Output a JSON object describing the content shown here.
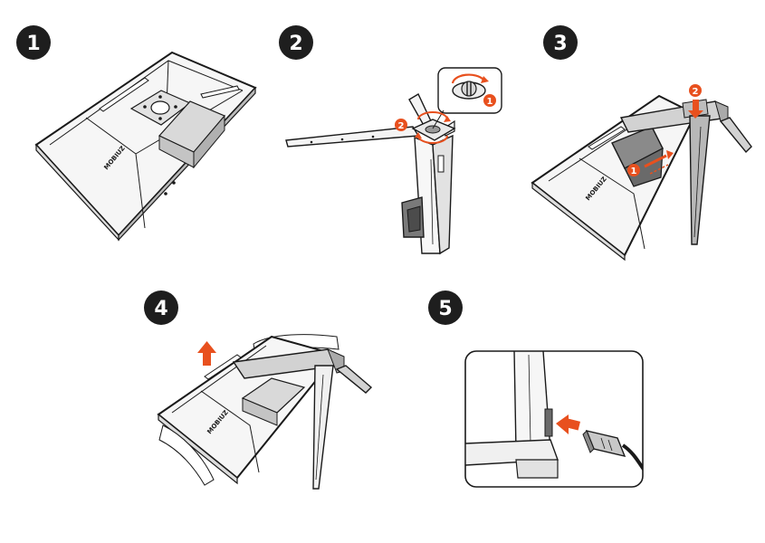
{
  "colors": {
    "step_badge": "#1e1e1e",
    "accent": "#e8501e",
    "line": "#1a1a1a",
    "fill_light": "#f4f4f4",
    "fill_mid": "#c8c8c8",
    "fill_dark": "#8a8a8a"
  },
  "steps": [
    {
      "number": "1",
      "brand": "MOBIUZ"
    },
    {
      "number": "2",
      "callout_a": "1",
      "callout_b": "2"
    },
    {
      "number": "3",
      "callout_a": "1",
      "callout_b": "2",
      "brand": "MOBIUZ"
    },
    {
      "number": "4",
      "brand": "MOBIUZ",
      "arrow_icon": "up-arrow-icon"
    },
    {
      "number": "5",
      "arrow_icon": "right-arrow-icon"
    }
  ]
}
